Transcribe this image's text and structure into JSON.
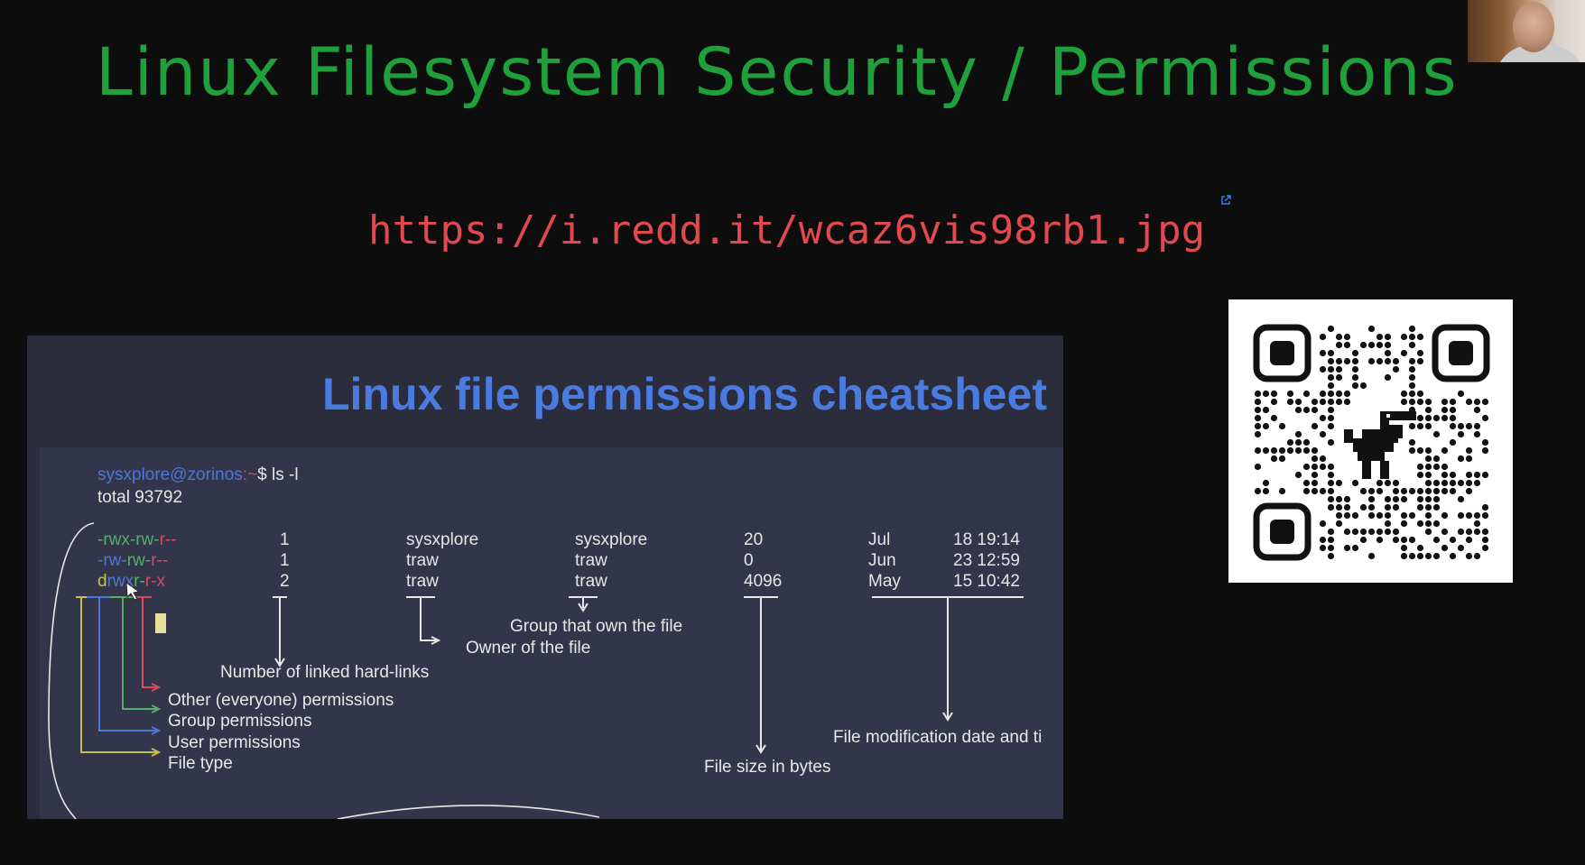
{
  "slide": {
    "title": "Linux Filesystem Security / Permissions",
    "url": "https://i.redd.it/wcaz6vis98rb1.jpg"
  },
  "cheatsheet": {
    "title": "Linux file permissions cheatsheet",
    "prompt": {
      "user_host": "sysxplore@zorinos",
      "path": ":~",
      "command": "$ ls -l"
    },
    "total": "total 93792",
    "rows": [
      {
        "perm": [
          "-",
          "rwx",
          "-",
          "rw-",
          "r--"
        ],
        "links": "1",
        "owner": "sysxplore",
        "group": "sysxplore",
        "size": "20",
        "month": "Jul",
        "time": "18 19:14"
      },
      {
        "perm": [
          "-",
          "rw-",
          "rw-",
          "r--",
          ""
        ],
        "links": "1",
        "owner": "traw",
        "group": "traw",
        "size": "0",
        "month": "Jun",
        "time": "23 12:59"
      },
      {
        "perm": [
          "d",
          "rwx",
          "r",
          "-",
          "r-x"
        ],
        "links": "2",
        "owner": "traw",
        "group": "traw",
        "size": "4096",
        "month": "May",
        "time": "15 10:42"
      }
    ],
    "labels": {
      "group_owner": "Group that own the file",
      "owner": "Owner of the file",
      "hard_links": "Number of linked hard-links",
      "other_perms": "Other (everyone) permissions",
      "group_perms": "Group permissions",
      "user_perms": "User permissions",
      "file_type": "File type",
      "file_size": "File size in bytes",
      "mod_date": "File modification date and ti"
    }
  },
  "colors": {
    "title_green": "#1fa03a",
    "url_red": "#e2494f",
    "cheatsheet_blue": "#4a7be0"
  },
  "icons": [
    "external-link-icon",
    "qr-code",
    "dinosaur-icon",
    "cursor-icon"
  ]
}
